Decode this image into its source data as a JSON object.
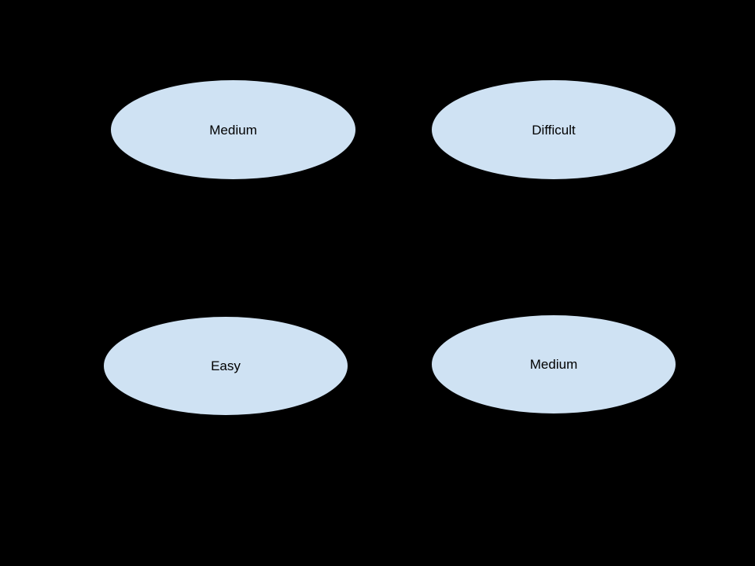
{
  "diagram": {
    "background_color": "#000000",
    "ellipse_fill": "#cfe2f3",
    "ellipse_border": "#000000",
    "text_color": "#000000",
    "nodes": [
      {
        "id": "top-left",
        "shape": "ellipse",
        "label": "Medium"
      },
      {
        "id": "top-right",
        "shape": "ellipse",
        "label": "Difficult"
      },
      {
        "id": "bottom-left",
        "shape": "ellipse",
        "label": "Easy"
      },
      {
        "id": "bottom-right",
        "shape": "ellipse",
        "label": "Medium"
      }
    ]
  }
}
